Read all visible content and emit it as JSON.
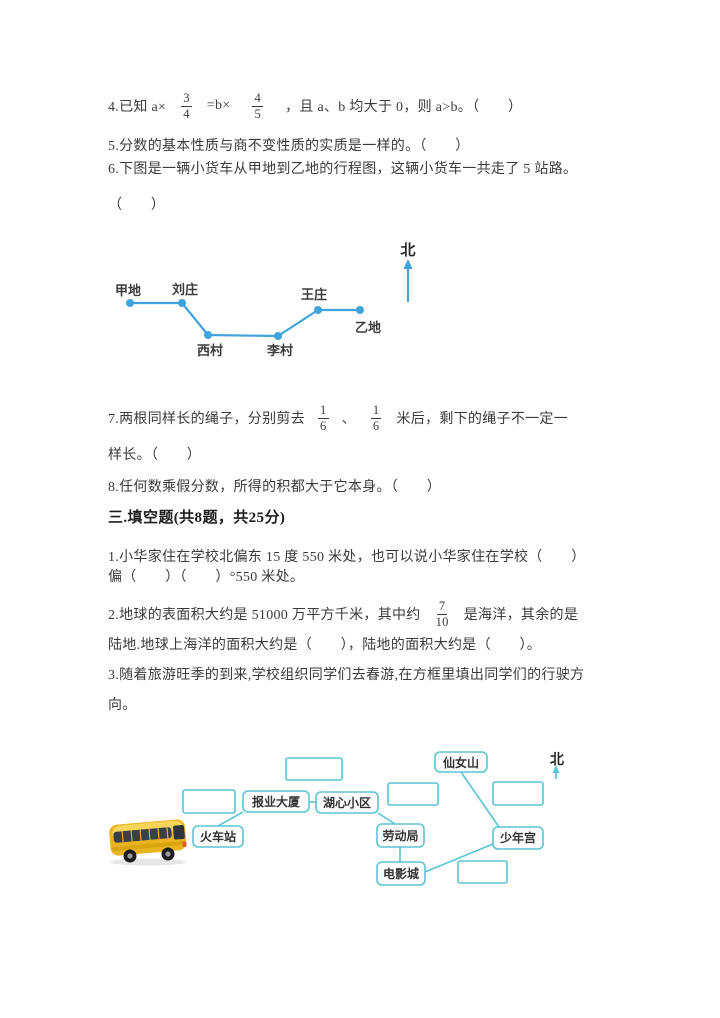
{
  "judge_questions": {
    "q4": {
      "p1": "4.已知 a×",
      "frac1_num": "3",
      "frac1_den": "4",
      "p2": "=b×",
      "frac2_num": "4",
      "frac2_den": "5",
      "p3": "，且 a、b 均大于 0，则 a>b。（　　）"
    },
    "q5": "5.分数的基本性质与商不变性质的实质是一样的。（　　）",
    "q6": "6.下图是一辆小货车从甲地到乙地的行程图，这辆小货车一共走了 5 站路。",
    "q6_paren": "（　　）",
    "q7": {
      "p1": "7.两根同样长的绳子，分别剪去",
      "frac1_num": "1",
      "frac1_den": "6",
      "p2": "、",
      "frac2_num": "1",
      "frac2_den": "6",
      "p3": "米后，剩下的绳子不一定一"
    },
    "q7_line2": "样长。（　　）",
    "q8": "8.任何数乘假分数，所得的积都大于它本身。（　　）"
  },
  "route_diagram": {
    "north": "北",
    "stations": {
      "jiadi": "甲地",
      "liuzhuang": "刘庄",
      "xicun": "西村",
      "licun": "李村",
      "wangzhuang": "王庄",
      "yidi": "乙地"
    }
  },
  "section3": {
    "title": "三.填空题(共8题，共25分)"
  },
  "fill_questions": {
    "q1_line1": "1.小华家住在学校北偏东 15 度 550 米处，也可以说小华家住在学校（　　）",
    "q1_line2": "偏（　　）（　　）°550 米处。",
    "q2": {
      "p1": "2.地球的表面积大约是 51000 万平方千米，其中约",
      "frac_num": "7",
      "frac_den": "10",
      "p2": "是海洋，其余的是"
    },
    "q2_line2": "陆地.地球上海洋的面积大约是（　　），陆地的面积大约是（　　）。",
    "q3_line1": "3.随着旅游旺季的到来,学校组织同学们去春游,在方框里填出同学们的行驶方",
    "q3_line2": "向。"
  },
  "map_diagram": {
    "north": "北",
    "places": {
      "huochezhan": "火车站",
      "baoye": "报业大厦",
      "huxin": "湖心小区",
      "laodong": "劳动局",
      "dianying": "电影城",
      "shaonian": "少年宫",
      "xiannv": "仙女山"
    }
  },
  "colors": {
    "text": "#3b3b3b",
    "route_line": "#3fa3dc",
    "map_line": "#5bc4d6",
    "bus_yellow": "#e9b41f"
  }
}
